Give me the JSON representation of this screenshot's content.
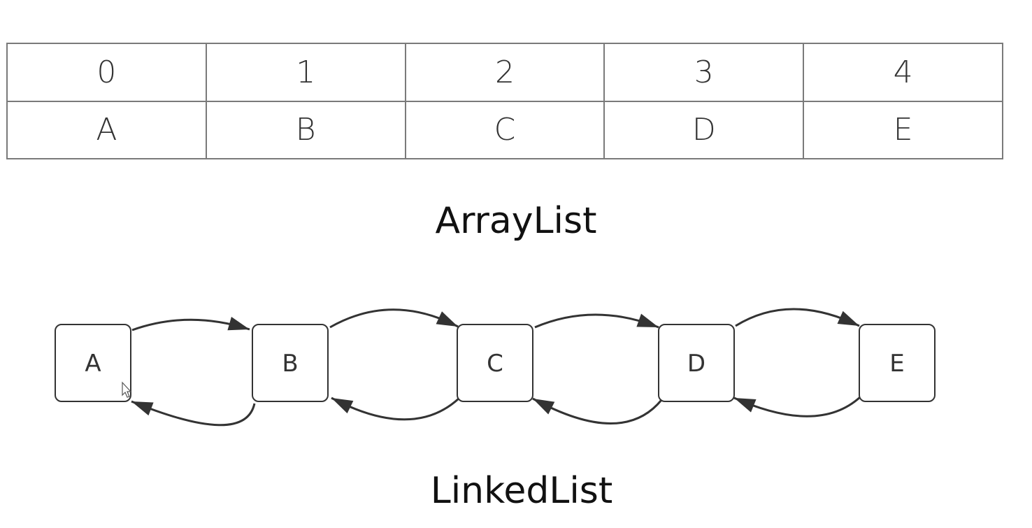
{
  "array_list": {
    "indices": [
      "0",
      "1",
      "2",
      "3",
      "4"
    ],
    "values": [
      "A",
      "B",
      "C",
      "D",
      "E"
    ],
    "caption": "ArrayList"
  },
  "linked_list": {
    "nodes": [
      "A",
      "B",
      "C",
      "D",
      "E"
    ],
    "caption": "LinkedList",
    "links": "bidirectional"
  },
  "colors": {
    "line": "#333333",
    "table_border": "#7a7a7a",
    "background": "#ffffff"
  },
  "icons": {
    "cursor": "mouse-pointer-icon"
  }
}
